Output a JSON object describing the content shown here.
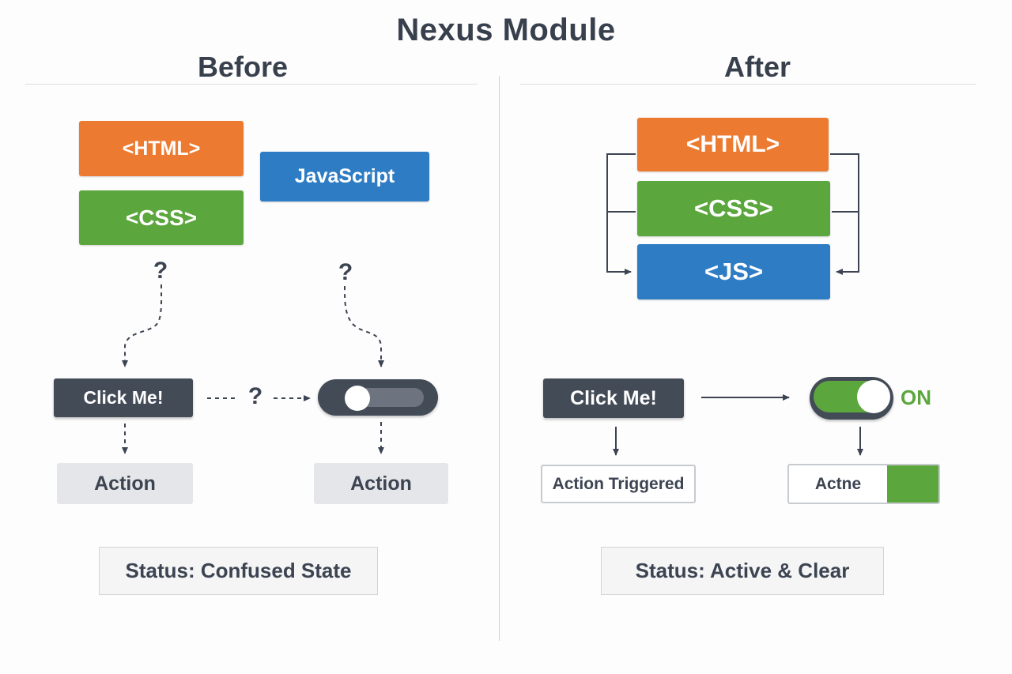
{
  "title": "Nexus Module",
  "before": {
    "heading": "Before",
    "blocks": {
      "html": "<HTML>",
      "css": "<CSS>",
      "js": "JavaScript"
    },
    "question_marks": [
      "?",
      "?",
      "?"
    ],
    "click_button": "Click Me!",
    "actions": [
      "Action",
      "Action"
    ],
    "status": "Status: Confused State"
  },
  "after": {
    "heading": "After",
    "blocks": {
      "html": "<HTML>",
      "css": "<CSS>",
      "js": "<JS>"
    },
    "click_button": "Click Me!",
    "toggle_label": "ON",
    "action_triggered": "Action Triggered",
    "active_label": "Actne",
    "status": "Status: Active & Clear"
  },
  "colors": {
    "orange": "#ec7a30",
    "green": "#5ca63e",
    "blue": "#2e7cc4",
    "dark": "#434b57",
    "text": "#3c4452"
  }
}
